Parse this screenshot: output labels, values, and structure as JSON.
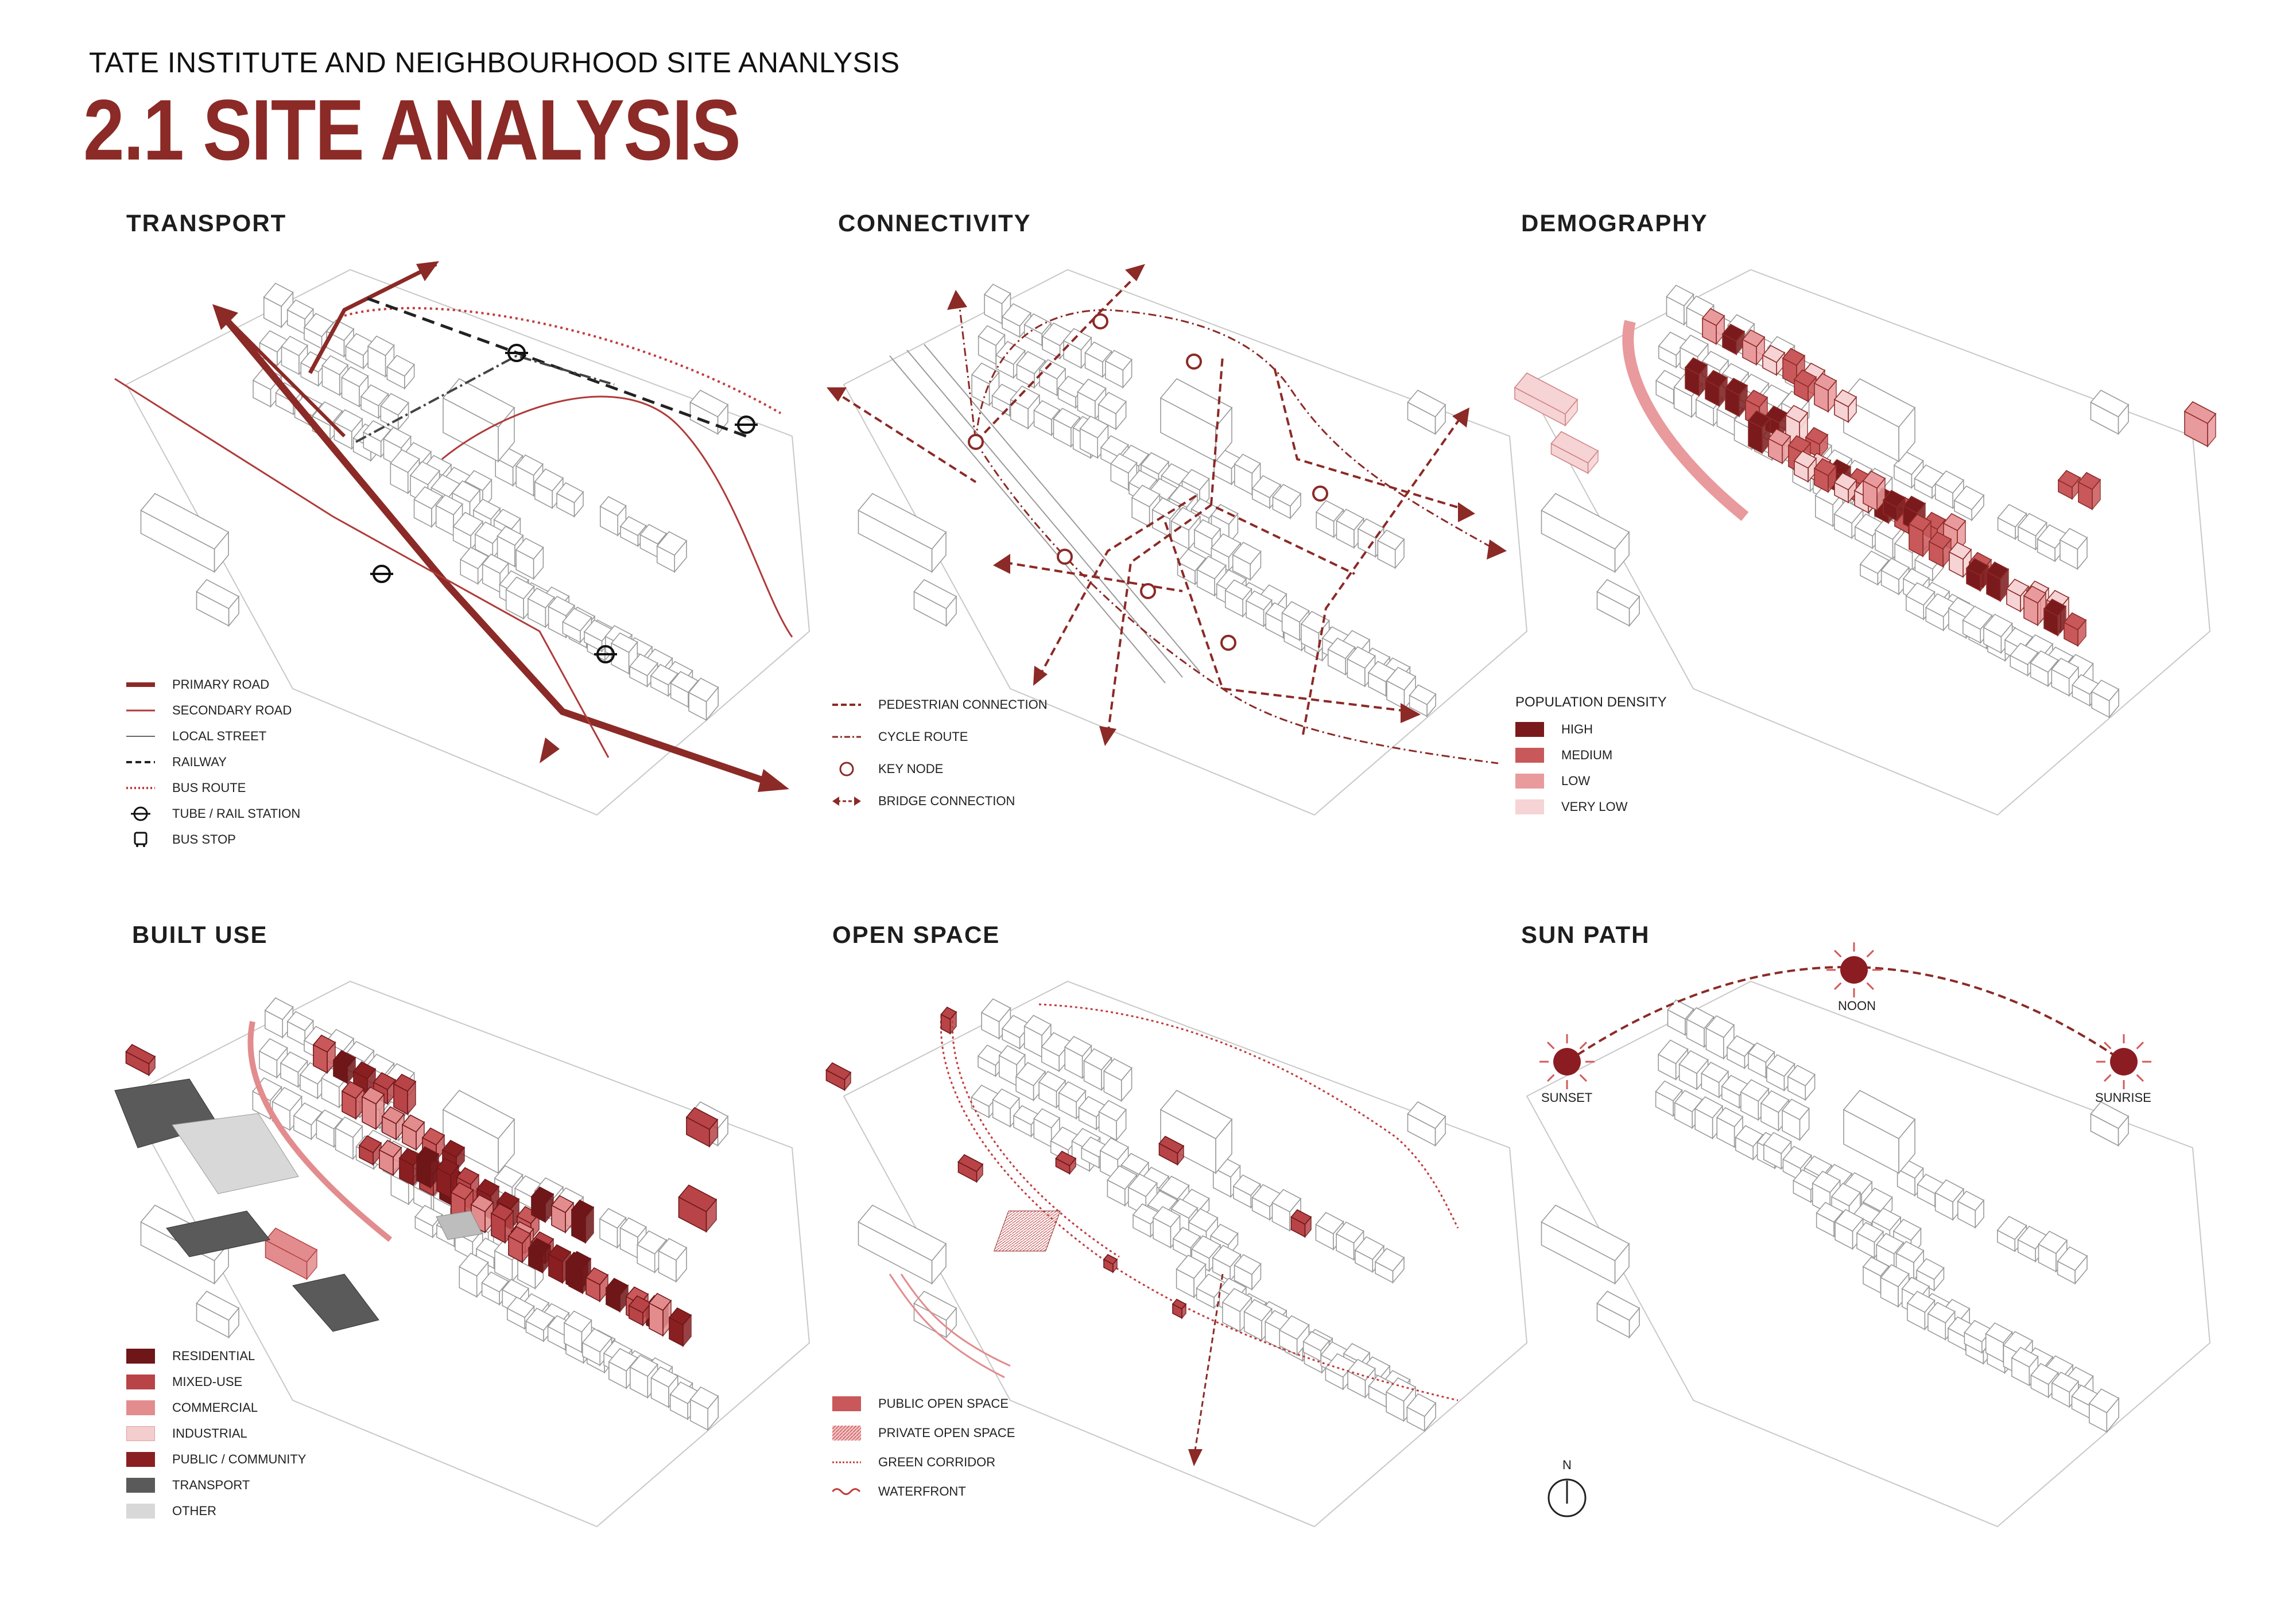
{
  "header": {
    "subtitle": "TATE INSTITUTE AND NEIGHBOURHOOD SITE ANANLYSIS",
    "title": "2.1 SITE ANALYSIS"
  },
  "colors": {
    "primary": "#8b2a26",
    "high": "#7a1a1c",
    "medium": "#c9585a",
    "low": "#e99a9c",
    "very_low": "#f6d3d4",
    "transport_gray": "#5a5a5a",
    "other_gray": "#d4d4d4",
    "line_gray": "#9a9a9a"
  },
  "panels": {
    "transport": {
      "title": "TRANSPORT",
      "legend": [
        {
          "icon": "primary-road-line",
          "label": "PRIMARY ROAD"
        },
        {
          "icon": "secondary-road-line",
          "label": "SECONDARY ROAD"
        },
        {
          "icon": "local-street-line",
          "label": "LOCAL STREET"
        },
        {
          "icon": "railway-line",
          "label": "RAILWAY"
        },
        {
          "icon": "bus-route-line",
          "label": "BUS ROUTE"
        },
        {
          "icon": "tube-station-icon",
          "label": "TUBE / RAIL STATION"
        },
        {
          "icon": "bus-stop-icon",
          "label": "BUS STOP"
        }
      ]
    },
    "connectivity": {
      "title": "CONNECTIVITY",
      "legend": [
        {
          "icon": "pedestrian-connection-line",
          "label": "PEDESTRIAN CONNECTION"
        },
        {
          "icon": "cycle-route-line",
          "label": "CYCLE ROUTE"
        },
        {
          "icon": "key-node-icon",
          "label": "KEY NODE"
        },
        {
          "icon": "bridge-connection-arrow-icon",
          "label": "BRIDGE CONNECTION"
        }
      ]
    },
    "demography": {
      "title": "DEMOGRAPHY",
      "legend_title": "POPULATION DENSITY",
      "legend": [
        {
          "color": "#7a1a1c",
          "label": "HIGH"
        },
        {
          "color": "#c9585a",
          "label": "MEDIUM"
        },
        {
          "color": "#e99a9c",
          "label": "LOW"
        },
        {
          "color": "#f6d3d4",
          "label": "VERY LOW"
        }
      ]
    },
    "built_use": {
      "title": "BUILT USE",
      "legend": [
        {
          "color": "#6e1618",
          "label": "RESIDENTIAL"
        },
        {
          "color": "#b84447",
          "label": "MIXED-USE"
        },
        {
          "color": "#e28c8e",
          "label": "COMMERCIAL"
        },
        {
          "color": "#f4cdce",
          "label": "INDUSTRIAL"
        },
        {
          "color": "#8a1f22",
          "label": "PUBLIC / COMMUNITY"
        },
        {
          "color": "#5a5a5a",
          "label": "TRANSPORT"
        },
        {
          "color": "#d8d8d8",
          "label": "OTHER"
        }
      ]
    },
    "open_space": {
      "title": "OPEN SPACE",
      "legend": [
        {
          "icon": "public-open-space-swatch",
          "label": "PUBLIC OPEN SPACE"
        },
        {
          "icon": "private-open-space-swatch",
          "label": "PRIVATE OPEN SPACE"
        },
        {
          "icon": "green-corridor-line",
          "label": "GREEN CORRIDOR"
        },
        {
          "icon": "waterfront-line",
          "label": "WATERFRONT"
        }
      ]
    },
    "sun_path": {
      "title": "SUN PATH",
      "sunset": "SUNSET",
      "noon": "NOON",
      "sunrise": "SUNRISE",
      "north": "N"
    }
  }
}
